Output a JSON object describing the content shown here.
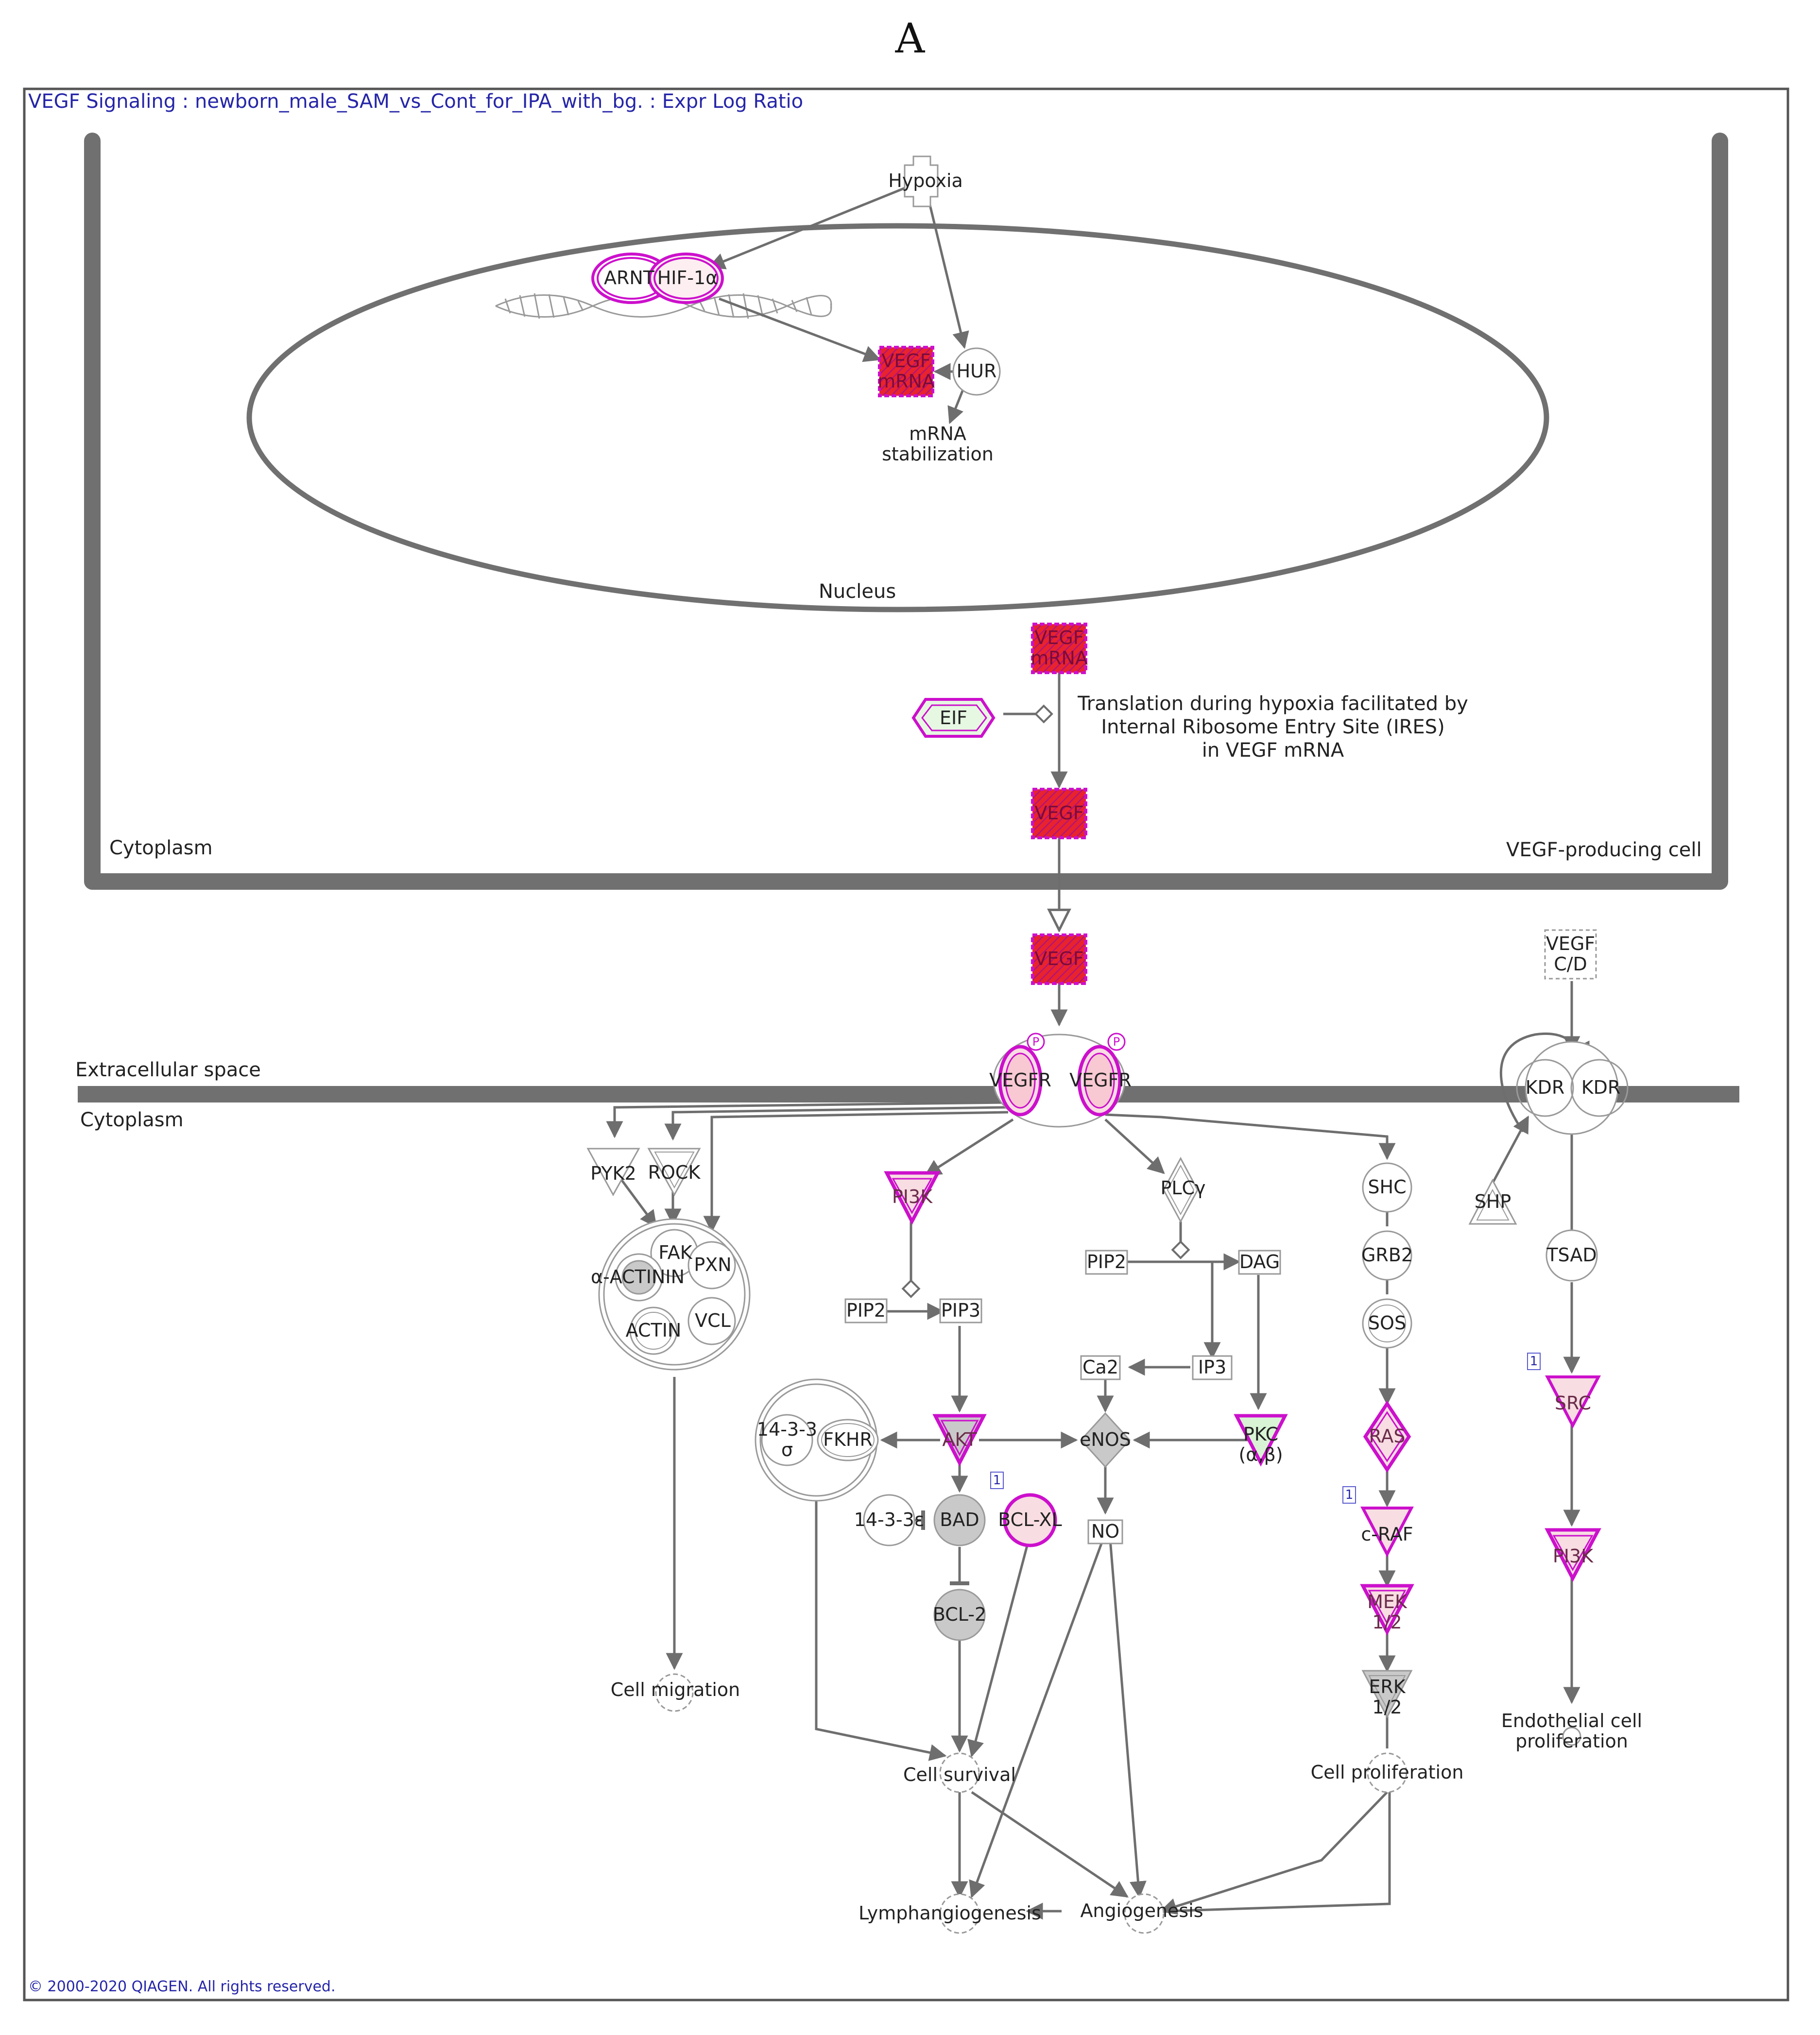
{
  "figure_label": "A",
  "header": {
    "title": "VEGF Signaling : newborn_male_SAM_vs_Cont_for_IPA_with_bg. : Expr Log Ratio"
  },
  "footer": {
    "copyright": "© 2000-2020 QIAGEN. All rights reserved."
  },
  "compartments": {
    "nucleus": "Nucleus",
    "cytoplasm_top": "Cytoplasm",
    "producing_cell": "VEGF-producing cell",
    "extracellular": "Extracellular space",
    "cytoplasm_bottom": "Cytoplasm"
  },
  "annotation": {
    "line1": "Translation during hypoxia facilitated by",
    "line2": "Internal Ribosome Entry Site (IRES)",
    "line3": "in VEGF mRNA"
  },
  "nodes": {
    "hypoxia": "Hypoxia",
    "arnt": "ARNT",
    "hif1a": "HIF-1α",
    "vegf_mrna_a": "VEGF mRNA",
    "hur": "HUR",
    "mrna_stab": "mRNA stabilization",
    "vegf_mrna_b": "VEGF mRNA",
    "eif": "EIF",
    "vegf_a": "VEGF",
    "vegf_b": "VEGF",
    "vegfr_1": "VEGFR",
    "vegfr_2": "VEGFR",
    "phospho": "P",
    "vegf_cd": "VEGF C/D",
    "kdr_1": "KDR",
    "kdr_2": "KDR",
    "shp": "SHP",
    "tsad": "TSAD",
    "src": "SRC",
    "pi3k_right": "PI3K",
    "endothelial": "Endothelial cell proliferation",
    "pyk2": "PYK2",
    "rock": "ROCK",
    "fak": "FAK",
    "pxn": "PXN",
    "actinin": "α-ACTININ",
    "actin": "ACTIN",
    "vcl": "VCL",
    "cell_migration": "Cell migration",
    "pi3k": "PI3K",
    "pip2_a": "PIP2",
    "pip3": "PIP3",
    "plcg": "PLCγ",
    "pip2_b": "PIP2",
    "dag": "DAG",
    "ip3": "IP3",
    "ca2": "Ca2",
    "akt": "AKT",
    "enos": "eNOS",
    "pkc": "PKC (α,β)",
    "fourteen33s": "14-3-3 σ",
    "fkhr": "FKHR",
    "fourteen33e": "14-3-3ε",
    "bad": "BAD",
    "bclxl": "BCL-XL",
    "bcl2": "BCL-2",
    "no": "NO",
    "shc": "SHC",
    "grb2": "GRB2",
    "sos": "SOS",
    "ras": "RAS",
    "craf": "c-RAF",
    "mek": "MEK 1/2",
    "erk": "ERK 1/2",
    "cell_survival": "Cell survival",
    "cell_prolif": "Cell proliferation",
    "lymphangio": "Lymphangiogenesis",
    "angio": "Angiogenesis"
  },
  "badges": {
    "b1": "1",
    "b2": "1",
    "b3": "1"
  },
  "colors": {
    "membrane": "#707070",
    "edge": "#6e6e6e",
    "highlight_outline": "#cc10cc",
    "up_strong": "#e8232d",
    "up_light": "#f8dde2",
    "down_light": "#d8f4d4",
    "no_change": "#c9c9c9",
    "header_text": "#2525a8"
  }
}
